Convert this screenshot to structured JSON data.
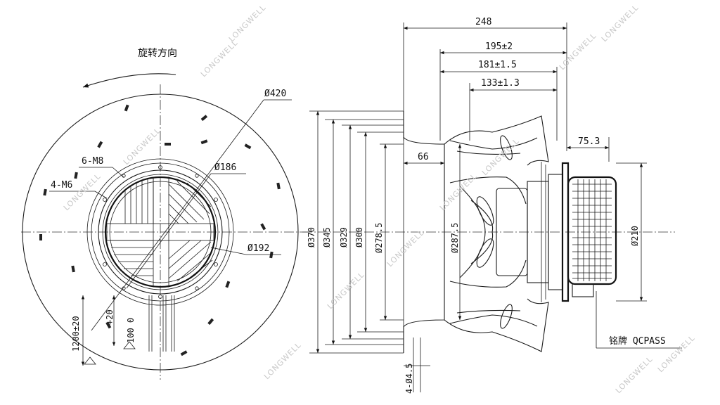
{
  "front_view": {
    "rotation_label": "旋转方向",
    "dim_420": "Ø420",
    "dim_186": "Ø186",
    "dim_192": "Ø192",
    "holes_m8": "6-M8",
    "holes_m6": "4-M6",
    "cable_len": "1200±20",
    "cable_tol": "+20",
    "cable_strip": "100 0"
  },
  "side_view": {
    "dim_248": "248",
    "dim_195": "195±2",
    "dim_181": "181±1.5",
    "dim_133": "133±1.3",
    "dim_75": "75.3",
    "dim_66": "66",
    "dim_370": "Ø370",
    "dim_345": "Ø345",
    "dim_329": "Ø329",
    "dim_300": "Ø300",
    "dim_2785": "Ø278.5",
    "dim_2875": "Ø287.5",
    "dim_210": "Ø210",
    "holes_bottom": "4-Ø4.5",
    "nameplate": "铭牌 QCPASS"
  },
  "watermark": "LONGWELL"
}
